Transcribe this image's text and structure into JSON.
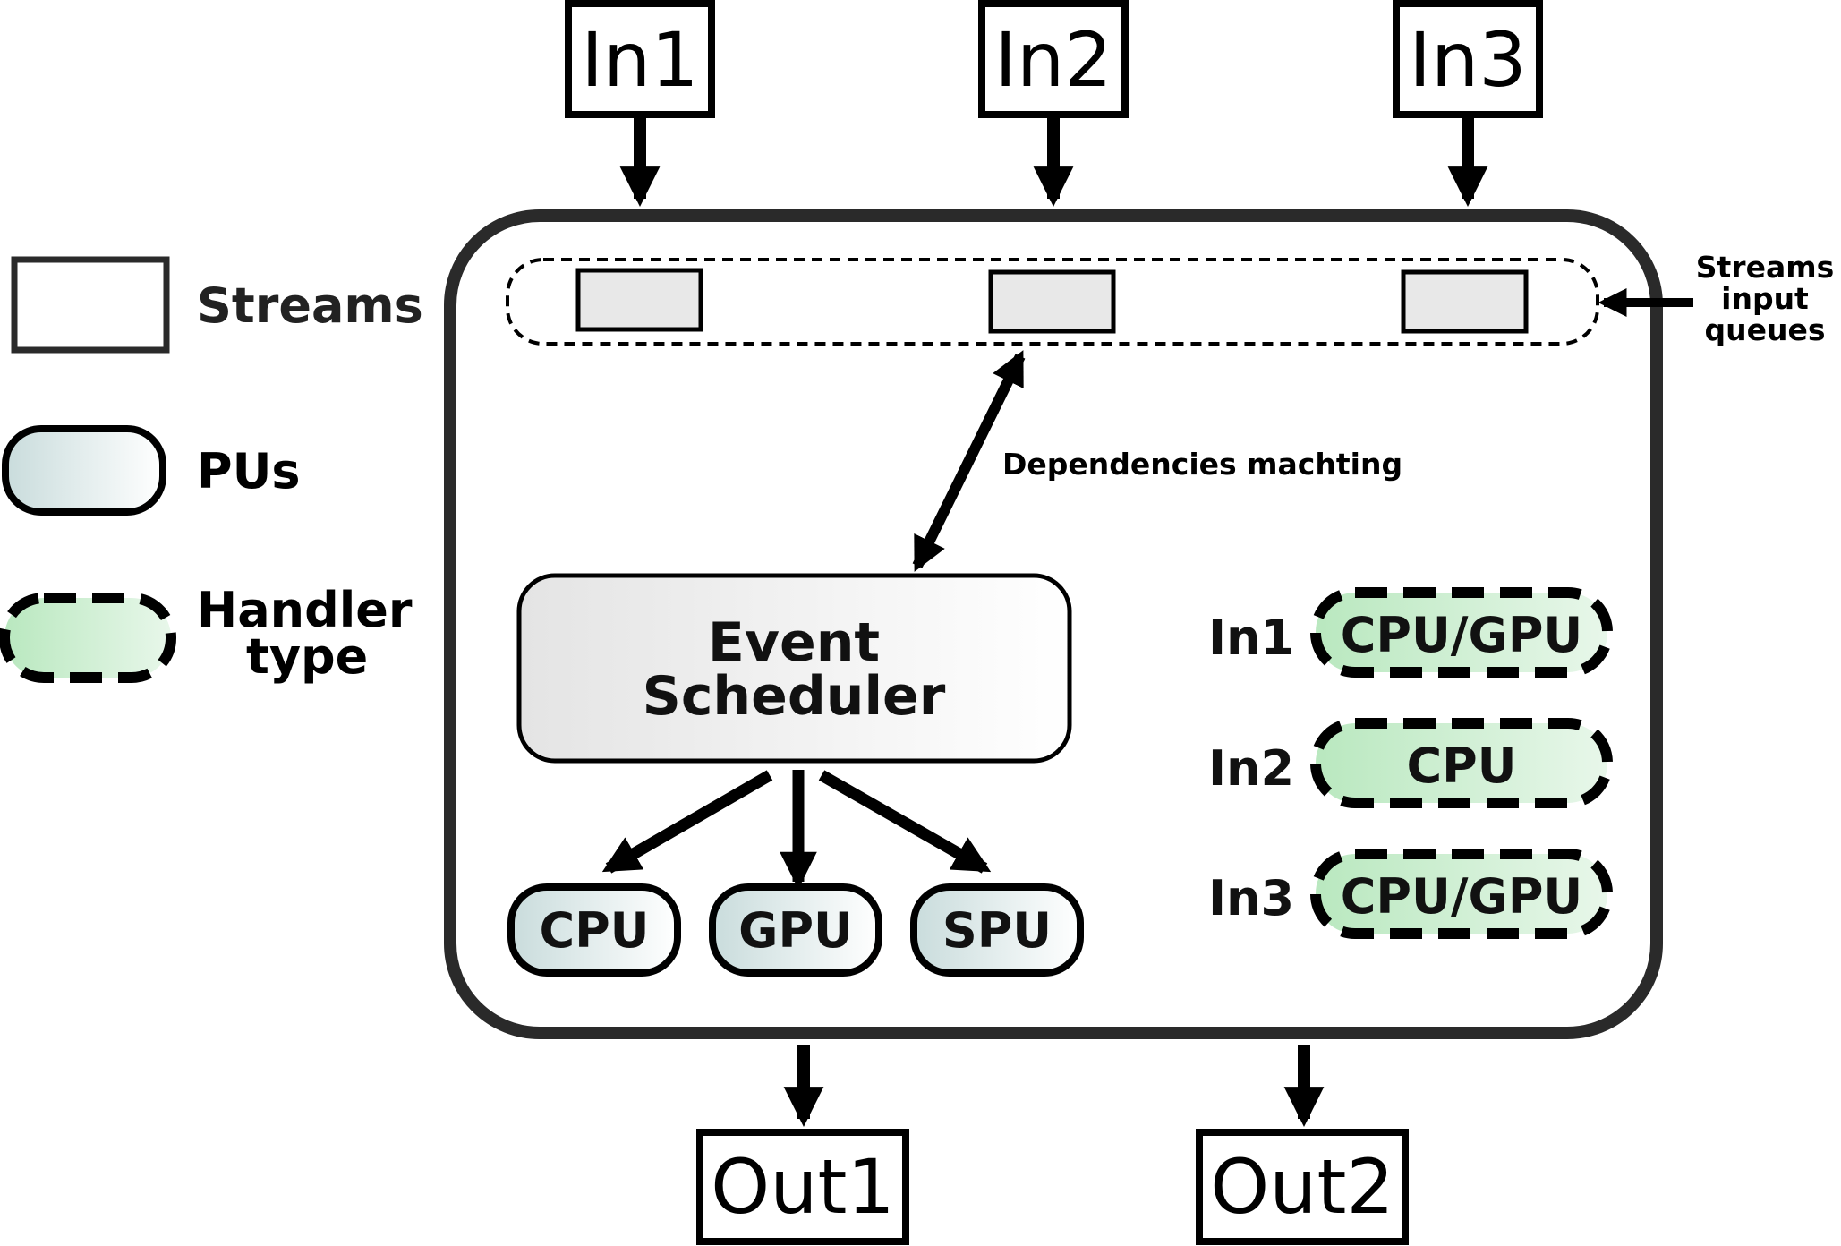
{
  "inputs": [
    "In1",
    "In2",
    "In3"
  ],
  "outputs": [
    "Out1",
    "Out2"
  ],
  "legend": {
    "streams": "Streams",
    "pus": "PUs",
    "handler_line1": "Handler",
    "handler_line2": "type"
  },
  "queues_label": [
    "Streams",
    "input",
    "queues"
  ],
  "dependencies_label": "Dependencies machting",
  "scheduler": {
    "line1": "Event",
    "line2": "Scheduler"
  },
  "pus": [
    "CPU",
    "GPU",
    "SPU"
  ],
  "handlers": [
    {
      "stream": "In1",
      "type": "CPU/GPU"
    },
    {
      "stream": "In2",
      "type": "CPU"
    },
    {
      "stream": "In3",
      "type": "CPU/GPU"
    }
  ]
}
